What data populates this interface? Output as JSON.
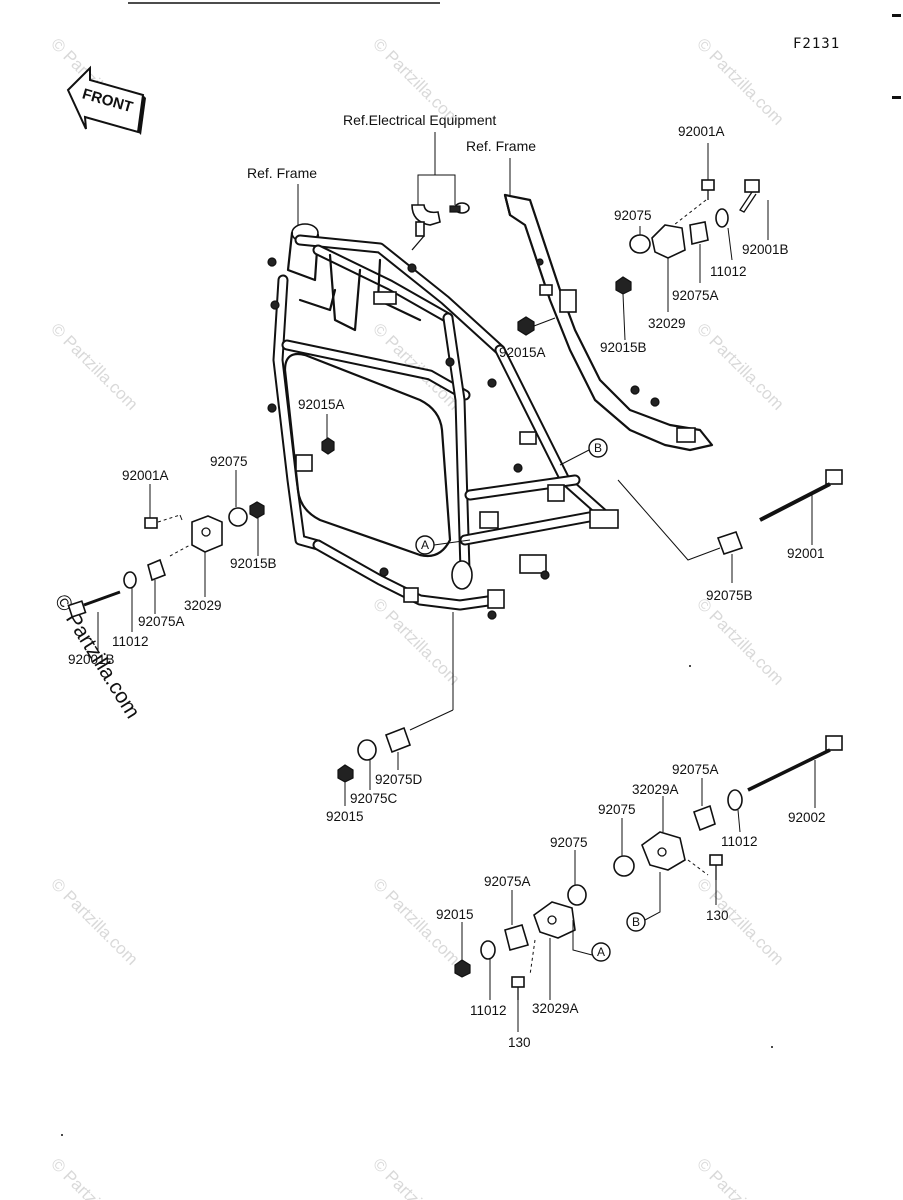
{
  "diagram_code": "F2131",
  "front_label": "FRONT",
  "watermark": "© Partzilla.com",
  "references": {
    "electrical": "Ref.Electrical Equipment",
    "frame_left": "Ref. Frame",
    "frame_right": "Ref. Frame"
  },
  "callouts": {
    "a": "A",
    "b": "B"
  },
  "parts": {
    "p92001A_top": "92001A",
    "p92075_top": "92075",
    "p92001B_top": "92001B",
    "p11012_top": "11012",
    "p92075A_top": "92075A",
    "p32029_top": "32029",
    "p92015B_top": "92015B",
    "p92015A_top": "92015A",
    "p92015A_mid": "92015A",
    "p92001A_left": "92001A",
    "p92075_left": "92075",
    "p92015B_left": "92015B",
    "p32029_left": "32029",
    "p92075A_left": "92075A",
    "p11012_left": "11012",
    "p92001B_left": "92001B",
    "p92001": "92001",
    "p92075B": "92075B",
    "p92075D": "92075D",
    "p92075C": "92075C",
    "p92015_mid": "92015",
    "p92075A_br": "92075A",
    "p32029A_br": "32029A",
    "p92002": "92002",
    "p92075_br": "92075",
    "p11012_br": "11012",
    "p130_br": "130",
    "p92075_bl": "92075",
    "p92075A_bl": "92075A",
    "p92015_bl": "92015",
    "p11012_bl": "11012",
    "p32029A_bl": "32029A",
    "p130_bl": "130"
  }
}
